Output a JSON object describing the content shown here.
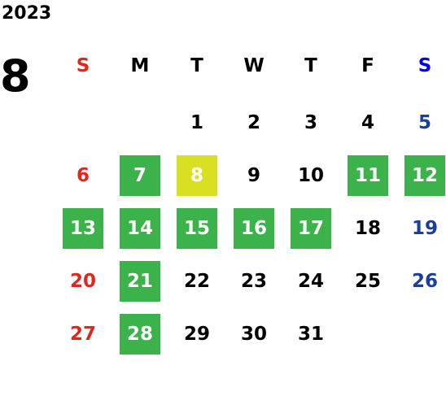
{
  "calendar": {
    "year": "2023",
    "month": "8",
    "weekdays": [
      "S",
      "M",
      "T",
      "W",
      "T",
      "F",
      "S"
    ],
    "first_weekday_index": 2,
    "days": [
      "1",
      "2",
      "3",
      "4",
      "5",
      "6",
      "7",
      "8",
      "9",
      "10",
      "11",
      "12",
      "13",
      "14",
      "15",
      "16",
      "17",
      "18",
      "19",
      "20",
      "21",
      "22",
      "23",
      "24",
      "25",
      "26",
      "27",
      "28",
      "29",
      "30",
      "31"
    ],
    "highlighted_days": [
      "7",
      "11",
      "12",
      "13",
      "14",
      "15",
      "16",
      "17",
      "21",
      "28"
    ],
    "today": "8"
  },
  "colors": {
    "text": "#000000",
    "sunday": "#e0261d",
    "saturday": "#1a3f9a",
    "saturday_header": "#0000ee",
    "highlight_bg": "#3cb34a",
    "today_bg": "#d9e021",
    "on_fill_text": "#ffffff",
    "background": "#ffffff"
  }
}
